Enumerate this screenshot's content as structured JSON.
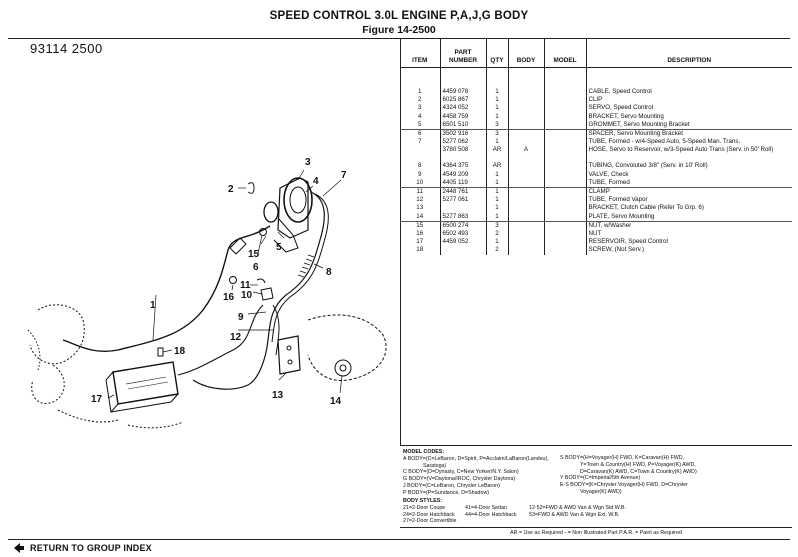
{
  "header": {
    "title": "SPEED CONTROL 3.0L ENGINE P,A,J,G BODY",
    "figure": "Figure  14-2500",
    "figure_id": "93114  2500"
  },
  "table": {
    "columns": [
      "ITEM",
      "PART NUMBER",
      "QTY",
      "BODY",
      "MODEL",
      "DESCRIPTION"
    ],
    "rows": [
      {
        "item": "1",
        "part": "4459 078",
        "qty": "1",
        "body": "",
        "model": "",
        "desc": "CABLE, Speed Control"
      },
      {
        "item": "2",
        "part": "6025 867",
        "qty": "1",
        "body": "",
        "model": "",
        "desc": "CLIP"
      },
      {
        "item": "3",
        "part": "4324 052",
        "qty": "1",
        "body": "",
        "model": "",
        "desc": "SERVO, Speed Control"
      },
      {
        "item": "4",
        "part": "4458 759",
        "qty": "1",
        "body": "",
        "model": "",
        "desc": "BRACKET, Servo Mounting"
      },
      {
        "item": "5",
        "part": "6501 510",
        "qty": "3",
        "body": "",
        "model": "",
        "desc": "GROMMET, Servo Mounting Bracket"
      },
      {
        "item": "6",
        "part": "3502 916",
        "qty": "3",
        "body": "",
        "model": "",
        "desc": "SPACER, Servo Mounting Bracket"
      },
      {
        "item": "7",
        "part": "5277 062",
        "qty": "1",
        "body": "",
        "model": "",
        "desc": "TUBE, Formed - w/4-Speed Auto, 5-Speed Man. Trans."
      },
      {
        "item": "",
        "part": "3780 508",
        "qty": "AR",
        "body": "A",
        "model": "",
        "desc": "HOSE, Servo to Reservoir, w/3-Speed Auto Trans (Serv. in 50' Roll)"
      },
      {
        "item": "8",
        "part": "4364 375",
        "qty": "AR",
        "body": "",
        "model": "",
        "desc": "TUBING, Convoluted 3/8\" (Serv. in 10' Roll)"
      },
      {
        "item": "9",
        "part": "4549 209",
        "qty": "1",
        "body": "",
        "model": "",
        "desc": "VALVE, Check"
      },
      {
        "item": "10",
        "part": "4405 119",
        "qty": "1",
        "body": "",
        "model": "",
        "desc": "TUBE, Formed"
      },
      {
        "item": "11",
        "part": "2448 761",
        "qty": "1",
        "body": "",
        "model": "",
        "desc": "CLAMP"
      },
      {
        "item": "12",
        "part": "5277 061",
        "qty": "1",
        "body": "",
        "model": "",
        "desc": "TUBE, Formed Vapor"
      },
      {
        "item": "13",
        "part": "",
        "qty": "1",
        "body": "",
        "model": "",
        "desc": "BRACKET, Clutch Cable (Refer To Grp. 6)"
      },
      {
        "item": "14",
        "part": "5277 863",
        "qty": "1",
        "body": "",
        "model": "",
        "desc": "PLATE, Servo Mounting"
      },
      {
        "item": "15",
        "part": "6500 274",
        "qty": "3",
        "body": "",
        "model": "",
        "desc": "NUT, w/Washer"
      },
      {
        "item": "16",
        "part": "6502 493",
        "qty": "2",
        "body": "",
        "model": "",
        "desc": "NUT"
      },
      {
        "item": "17",
        "part": "4459 052",
        "qty": "1",
        "body": "",
        "model": "",
        "desc": "RESERVOIR, Speed Control"
      },
      {
        "item": "18",
        "part": "",
        "qty": "2",
        "body": "",
        "model": "",
        "desc": "SCREW, (Not Serv.)"
      }
    ]
  },
  "model_codes": {
    "heading": "MODEL CODES:",
    "left": [
      "A BODY=(C=LeBaron, D=Spirit, P=Acclaim/LaBaron(Landeu),",
      "Saratoga)",
      "C BODY=(D=Dynasty, C=New Yorker/N.Y. Salon)",
      "G BODY=(V=Daytona/IROC, Chrysler Daytona)",
      "J BODY=(C=LeBaron, Chrysler LeBaron)",
      "P BODY=(P=Sundance, D=Shadow)"
    ],
    "right": [
      "S BODY=(H=Voyager(H) FWD, K=Caravan(H) FWD,",
      "Y=Town & Country(H) FWD, P=Voyager(K) AWD,",
      "D=Caravan(K) AWD, C=Town & Country(K) AWD)",
      "Y BODY=(C=Imperial/5th Avenue)",
      "E-S BODY=(K=Chrysler Voyager(H) FWD, D=Chrysler",
      "Voyager(K) AWD)"
    ]
  },
  "body_styles": {
    "heading": "BODY STYLES:",
    "rows": [
      [
        "21=2-Door Coupe",
        "41=4-Door Sedan",
        "12-52=FWD & AWD Van & Wgn Std W.B."
      ],
      [
        "24=2-Door Hatchback",
        "44=4-Door Hatchback",
        "53=FWD & AWD Van & Wgn Ext. W.B."
      ],
      [
        "27=2-Door Convertible",
        "",
        ""
      ]
    ]
  },
  "legend": "AR = Use as Required   - = Non Illustrated Part   P.A.R. = Paint as Required",
  "nav": {
    "return_label": "RETURN TO GROUP INDEX",
    "icon": "left-arrow-icon"
  },
  "callouts": [
    "1",
    "2",
    "3",
    "4",
    "5",
    "6",
    "7",
    "8",
    "9",
    "10",
    "11",
    "12",
    "13",
    "14",
    "15",
    "16",
    "17",
    "18"
  ]
}
